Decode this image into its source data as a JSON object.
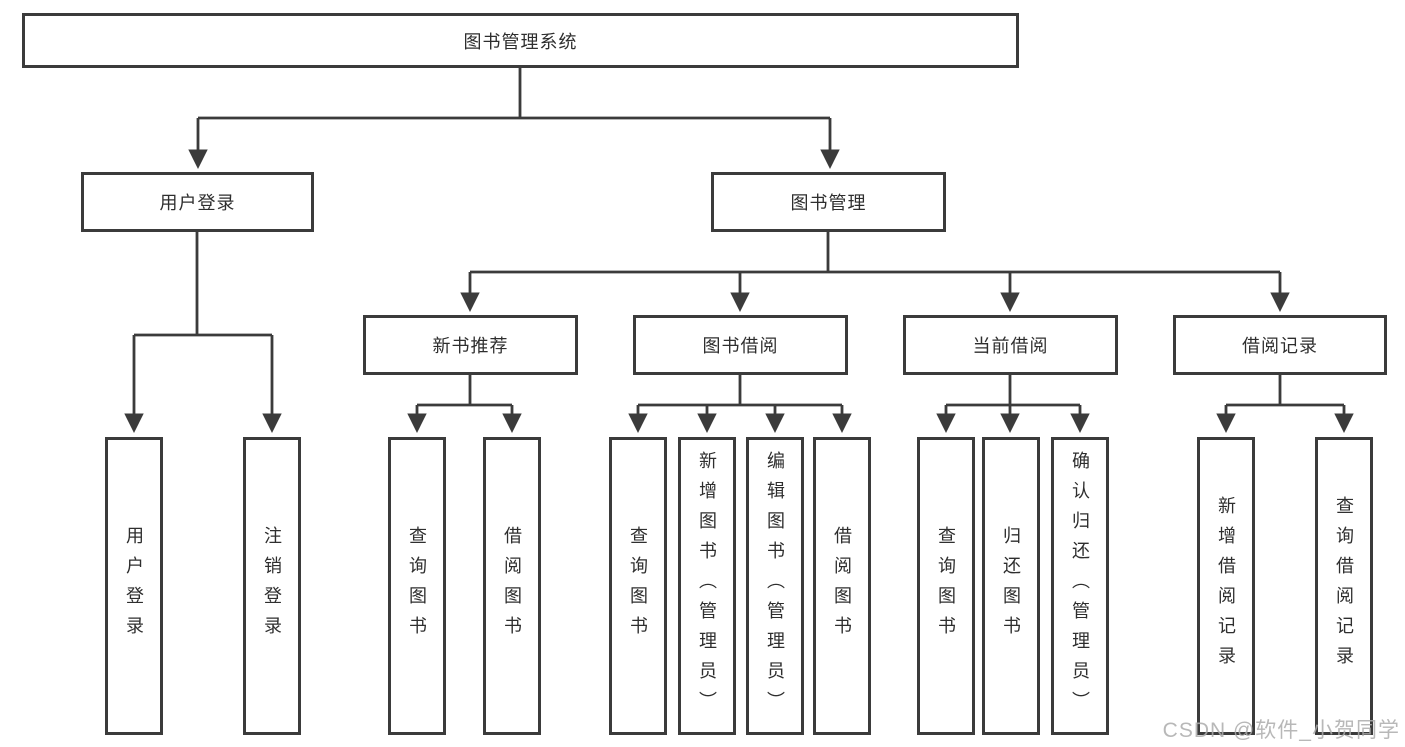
{
  "diagram": {
    "tree": {
      "label": "图书管理系统",
      "children": [
        {
          "label": "用户登录",
          "children": [
            {
              "label": "用户登录"
            },
            {
              "label": "注销登录"
            }
          ]
        },
        {
          "label": "图书管理",
          "children": [
            {
              "label": "新书推荐",
              "children": [
                {
                  "label": "查询图书"
                },
                {
                  "label": "借阅图书"
                }
              ]
            },
            {
              "label": "图书借阅",
              "children": [
                {
                  "label": "查询图书"
                },
                {
                  "label": "新增图书（管理员）"
                },
                {
                  "label": "编辑图书（管理员）"
                },
                {
                  "label": "借阅图书"
                }
              ]
            },
            {
              "label": "当前借阅",
              "children": [
                {
                  "label": "查询图书"
                },
                {
                  "label": "归还图书"
                },
                {
                  "label": "确认归还（管理员）"
                }
              ]
            },
            {
              "label": "借阅记录",
              "children": [
                {
                  "label": "新增借阅记录"
                },
                {
                  "label": "查询借阅记录"
                }
              ]
            }
          ]
        }
      ]
    },
    "colors": {
      "line": "#3b3b3b",
      "box_border": "#3b3b3b",
      "box_fill": "#ffffff",
      "text": "#2e2e2e",
      "watermark": "#acacac"
    }
  },
  "watermark": {
    "text": "CSDN @软件_小贺同学"
  }
}
